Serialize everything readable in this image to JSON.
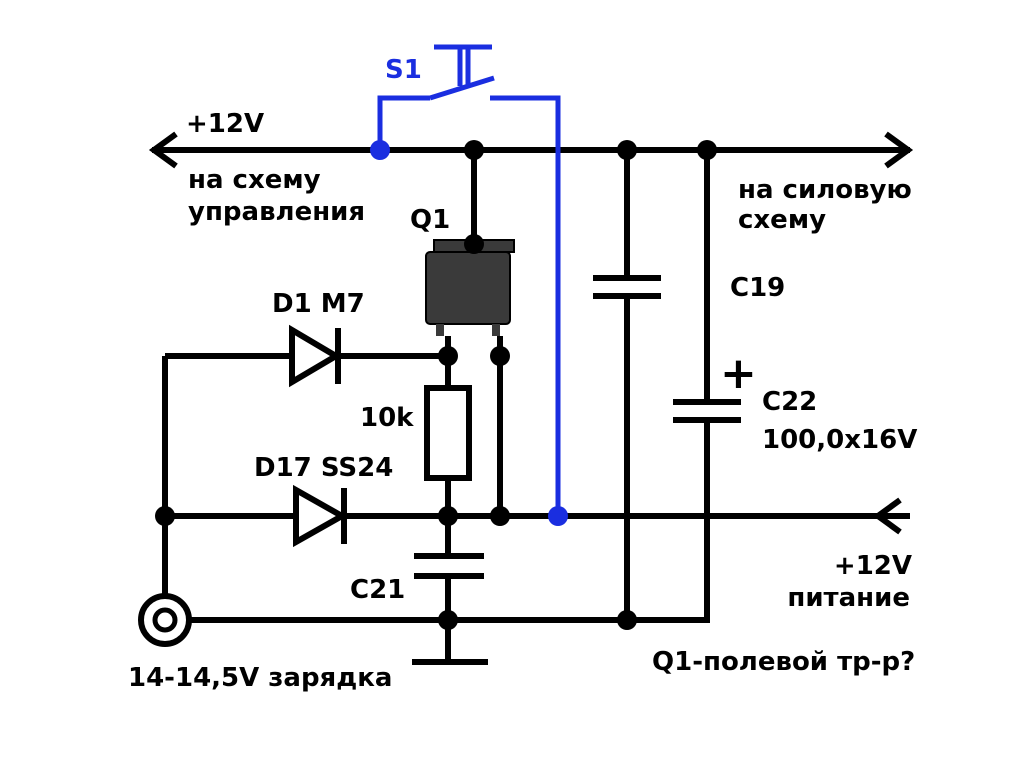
{
  "colors": {
    "wire": "#000000",
    "switch": "#1a2ee0",
    "background": "#ffffff",
    "transistor_body": "#3a3a3a"
  },
  "labels": {
    "plus12v_top": "+12V",
    "to_control_1": "на схему",
    "to_control_2": "управления",
    "to_power_1": "на силовую",
    "to_power_2": "схему",
    "s1": "S1",
    "q1": "Q1",
    "d1": "D1 M7",
    "r_10k": "10k",
    "d17": "D17 SS24",
    "c19": "C19",
    "c22_plus": "+",
    "c22": "C22",
    "c22_value": "100,0x16V",
    "c21": "C21",
    "plus12v_bottom": "+12V",
    "supply": "питание",
    "charger": "14-14,5V зарядка",
    "q1_note": "Q1-полевой тр-р?"
  }
}
